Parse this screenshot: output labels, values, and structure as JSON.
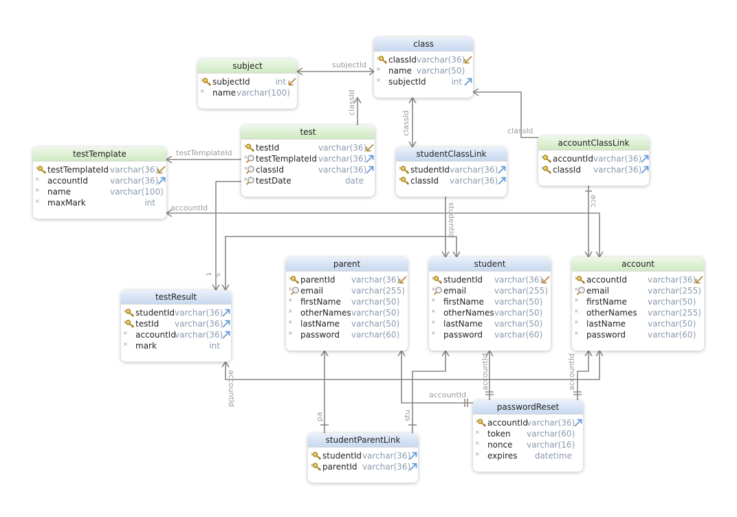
{
  "colors": {
    "line": "#8c8680",
    "pk_key": "#c8a126",
    "fk_arrow": "#6aa0d2",
    "pk_arrow": "#b89a48",
    "green_header": "#d4ecc8",
    "blue_header": "#cddcf0"
  },
  "tables": {
    "subject": {
      "title": "subject",
      "columns": [
        {
          "name": "subjectId",
          "type": "int",
          "icon": "key-icon",
          "tag": "pk-arrow"
        },
        {
          "name": "name",
          "type": "varchar(100)",
          "icon": "",
          "tag": ""
        }
      ]
    },
    "class": {
      "title": "class",
      "columns": [
        {
          "name": "classId",
          "type": "varchar(36)",
          "icon": "key-icon",
          "tag": "pk-arrow"
        },
        {
          "name": "name",
          "type": "varchar(50)",
          "icon": "",
          "tag": ""
        },
        {
          "name": "subjectId",
          "type": "int",
          "icon": "",
          "tag": "fk-arrow"
        }
      ]
    },
    "test": {
      "title": "test",
      "columns": [
        {
          "name": "testId",
          "type": "varchar(36)",
          "icon": "key-icon",
          "tag": "pk-arrow"
        },
        {
          "name": "testTemplateId",
          "type": "varchar(36)",
          "icon": "index-icon",
          "tag": "fk-arrow"
        },
        {
          "name": "classId",
          "type": "varchar(36)",
          "icon": "index-icon",
          "tag": "fk-arrow"
        },
        {
          "name": "testDate",
          "type": "date",
          "icon": "index-icon",
          "tag": ""
        }
      ]
    },
    "testTemplate": {
      "title": "testTemplate",
      "columns": [
        {
          "name": "testTemplateId",
          "type": "varchar(36)",
          "icon": "key-icon",
          "tag": "pk-arrow"
        },
        {
          "name": "accountId",
          "type": "varchar(36)",
          "icon": "",
          "tag": "fk-arrow"
        },
        {
          "name": "name",
          "type": "varchar(100)",
          "icon": "",
          "tag": ""
        },
        {
          "name": "maxMark",
          "type": "int",
          "icon": "",
          "tag": ""
        }
      ]
    },
    "studentClassLink": {
      "title": "studentClassLink",
      "columns": [
        {
          "name": "studentId",
          "type": "varchar(36)",
          "icon": "key-icon",
          "tag": "fk-arrow"
        },
        {
          "name": "classId",
          "type": "varchar(36)",
          "icon": "key-icon",
          "tag": "fk-arrow"
        }
      ]
    },
    "accountClassLink": {
      "title": "accountClassLink",
      "columns": [
        {
          "name": "accountId",
          "type": "varchar(36)",
          "icon": "key-icon",
          "tag": "fk-arrow"
        },
        {
          "name": "classId",
          "type": "varchar(36)",
          "icon": "key-icon",
          "tag": "fk-arrow"
        }
      ]
    },
    "parent": {
      "title": "parent",
      "columns": [
        {
          "name": "parentId",
          "type": "varchar(36)",
          "icon": "key-icon",
          "tag": "pk-arrow"
        },
        {
          "name": "email",
          "type": "varchar(255)",
          "icon": "index-icon",
          "tag": ""
        },
        {
          "name": "firstName",
          "type": "varchar(50)",
          "icon": "",
          "tag": ""
        },
        {
          "name": "otherNames",
          "type": "varchar(50)",
          "icon": "",
          "tag": ""
        },
        {
          "name": "lastName",
          "type": "varchar(50)",
          "icon": "",
          "tag": ""
        },
        {
          "name": "password",
          "type": "varchar(60)",
          "icon": "",
          "tag": ""
        }
      ]
    },
    "student": {
      "title": "student",
      "columns": [
        {
          "name": "studentId",
          "type": "varchar(36)",
          "icon": "key-icon",
          "tag": "pk-arrow"
        },
        {
          "name": "email",
          "type": "varchar(255)",
          "icon": "index-icon",
          "tag": ""
        },
        {
          "name": "firstName",
          "type": "varchar(50)",
          "icon": "",
          "tag": ""
        },
        {
          "name": "otherNames",
          "type": "varchar(50)",
          "icon": "",
          "tag": ""
        },
        {
          "name": "lastName",
          "type": "varchar(50)",
          "icon": "",
          "tag": ""
        },
        {
          "name": "password",
          "type": "varchar(60)",
          "icon": "",
          "tag": ""
        }
      ]
    },
    "account": {
      "title": "account",
      "columns": [
        {
          "name": "accountId",
          "type": "varchar(36)",
          "icon": "key-icon",
          "tag": "pk-arrow"
        },
        {
          "name": "email",
          "type": "varchar(255)",
          "icon": "index-icon",
          "tag": ""
        },
        {
          "name": "firstName",
          "type": "varchar(50)",
          "icon": "",
          "tag": ""
        },
        {
          "name": "otherNames",
          "type": "varchar(255)",
          "icon": "",
          "tag": ""
        },
        {
          "name": "lastName",
          "type": "varchar(50)",
          "icon": "",
          "tag": ""
        },
        {
          "name": "password",
          "type": "varchar(60)",
          "icon": "",
          "tag": ""
        }
      ]
    },
    "testResult": {
      "title": "testResult",
      "columns": [
        {
          "name": "studentId",
          "type": "varchar(36)",
          "icon": "key-icon",
          "tag": "fk-arrow"
        },
        {
          "name": "testId",
          "type": "varchar(36)",
          "icon": "key-icon",
          "tag": "fk-arrow"
        },
        {
          "name": "accountId",
          "type": "varchar(36)",
          "icon": "",
          "tag": "fk-arrow"
        },
        {
          "name": "mark",
          "type": "int",
          "icon": "",
          "tag": ""
        }
      ]
    },
    "studentParentLink": {
      "title": "studentParentLink",
      "columns": [
        {
          "name": "studentId",
          "type": "varchar(36)",
          "icon": "key-icon",
          "tag": "fk-arrow"
        },
        {
          "name": "parentId",
          "type": "varchar(36)",
          "icon": "key-icon",
          "tag": "fk-arrow"
        }
      ]
    },
    "passwordReset": {
      "title": "passwordReset",
      "columns": [
        {
          "name": "accountId",
          "type": "varchar(36)",
          "icon": "key-icon",
          "tag": "fk-arrow"
        },
        {
          "name": "token",
          "type": "varchar(60)",
          "icon": "",
          "tag": ""
        },
        {
          "name": "nonce",
          "type": "varchar(16)",
          "icon": "",
          "tag": ""
        },
        {
          "name": "expires",
          "type": "datetime",
          "icon": "",
          "tag": ""
        }
      ]
    }
  },
  "link_labels": {
    "subjectId": "subjectId",
    "classId_test": "classId",
    "classId_scl": "classId",
    "classId_acl": "classId",
    "testTemplateId": "testTemplateId",
    "accountId_tt": "accountId",
    "studentId_scl": "studentId",
    "acc_acl": "acc",
    "t_tr": "t",
    "s_tr": "s",
    "accountId_tr": "accountId",
    "pa_spl": "pa",
    "stu_spl": "stu",
    "accountId_pr_h": "accountId",
    "accountId_pr_v1": "accountId",
    "accountId_pr_v2": "accountId"
  }
}
